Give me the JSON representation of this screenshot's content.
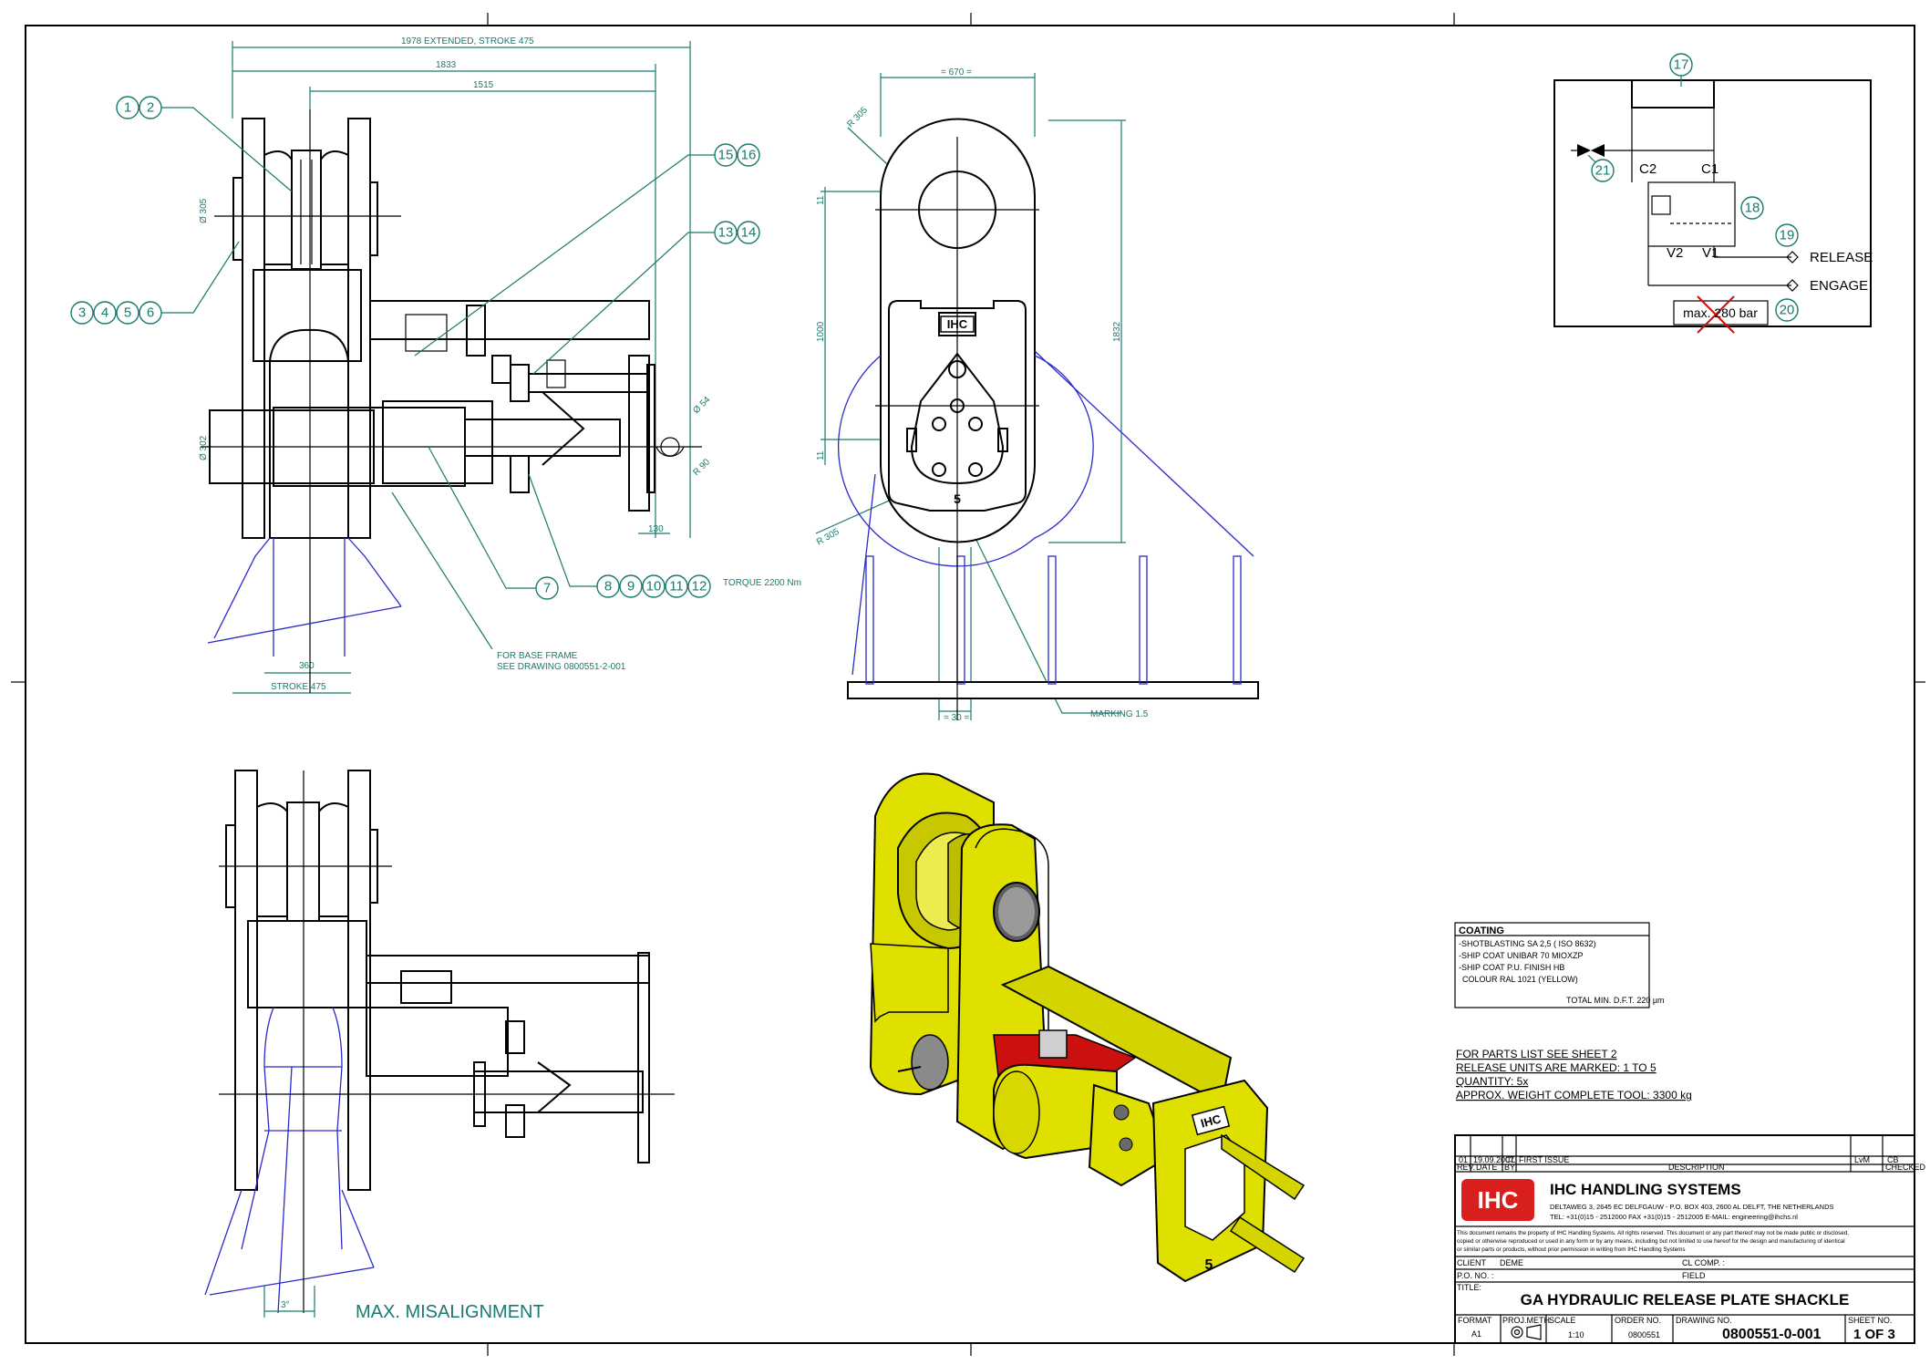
{
  "balloons": {
    "b1": "1",
    "b2": "2",
    "b3": "3",
    "b4": "4",
    "b5": "5",
    "b6": "6",
    "b7": "7",
    "b8": "8",
    "b9": "9",
    "b10": "10",
    "b11": "11",
    "b12": "12",
    "b13": "13",
    "b14": "14",
    "b15": "15",
    "b16": "16",
    "b17": "17",
    "b18": "18",
    "b19": "19",
    "b20": "20",
    "b21": "21"
  },
  "side_view": {
    "dim_extended": "1978 EXTENDED, STROKE 475",
    "dim_1833": "1833",
    "dim_1515": "1515",
    "dim_dia305": "Ø 305",
    "dim_dia302": "Ø 302",
    "dim_dia54": "Ø 54",
    "dim_r90": "R 90",
    "dim_130": "130",
    "dim_360": "360",
    "dim_stroke": "STROKE 475",
    "torque": "TORQUE 2200 Nm",
    "base_frame_note_1": "FOR BASE FRAME",
    "base_frame_note_2": "SEE DRAWING 0800551-2-001"
  },
  "front_view": {
    "dim_670": "= 670 =",
    "dim_r305_top": "R 305",
    "dim_r305_bot": "R 305",
    "dim_1832": "1832",
    "dim_1000": "1000",
    "dim_11a": "11",
    "dim_11b": "11",
    "dim_30": "= 30 =",
    "marking": "MARKING 1.5",
    "logo": "IHC",
    "unit_number": "5"
  },
  "misalignment": {
    "label": "MAX. MISALIGNMENT",
    "angle": "3°"
  },
  "hydraulic": {
    "c2": "C2",
    "c1": "C1",
    "v2": "V2",
    "v1": "V1",
    "release": "RELEASE",
    "engage": "ENGAGE",
    "max_pressure": "max. 280 bar"
  },
  "iso_view": {
    "logo": "IHC",
    "unit_number": "5"
  },
  "coating": {
    "title": "COATING",
    "lines": [
      "-SHOTBLASTING SA 2,5 ( ISO 8632)",
      "-SHIP COAT UNIBAR 70 MIOXZP",
      "-SHIP COAT P.U. FINISH HB",
      "  COLOUR RAL 1021 (YELLOW)"
    ],
    "total": "TOTAL MIN. D.F.T. 220 µm"
  },
  "notes": {
    "line1": "FOR PARTS LIST SEE SHEET 2",
    "line2": "RELEASE UNITS ARE MARKED: 1 TO 5",
    "line3": "QUANTITY: 5x",
    "line4": "APPROX. WEIGHT COMPLETE TOOL: 3300 kg"
  },
  "title_block": {
    "rev": "01",
    "date": "19.09.2007",
    "by": "CL",
    "description_entry": "FIRST ISSUE",
    "init": "LvM",
    "checked": "CB",
    "col_rev": "REV.",
    "col_date": "DATE",
    "col_by": "BY",
    "col_description": "DESCRIPTION",
    "col_checked": "CHECKED",
    "company_logo": "IHC",
    "company": "IHC HANDLING SYSTEMS",
    "address": "DELTAWEG 3, 2645 EC DELFGAUW - P.O. BOX 403, 2600 AL DELFT, THE NETHERLANDS",
    "contact": "TEL: +31(0)15 - 2512000  FAX +31(0)15 - 2512005  E-MAIL: engineering@ihchs.nl",
    "disclaimer_1": "This document remains the property of IHC Handling Systems. All rights reserved. This document or any part thereof may not be made public or disclosed,",
    "disclaimer_2": "copied or otherwise reproduced or used in any form or by any means, including but not limited to use hereof for the design and manufacturing of identical",
    "disclaimer_3": "or similar parts or products, without prior permission in writing from IHC Handling Systems",
    "client_label": "CLIENT",
    "client_value": "DEME",
    "cl_comp_label": "CL COMP. :",
    "po_label": "P.O. NO. :",
    "field_label": "FIELD",
    "title_label": "TITLE:",
    "title": "GA HYDRAULIC RELEASE PLATE SHACKLE",
    "format_label": "FORMAT",
    "format": "A1",
    "projmeth_label": "PROJ.METH.",
    "scale_label": "SCALE",
    "scale": "1:10",
    "order_label": "ORDER NO.",
    "order": "0800551",
    "drawing_label": "DRAWING NO.",
    "drawing": "0800551-0-001",
    "sheet_label": "SHEET NO.",
    "sheet": "1 OF 3"
  },
  "colors": {
    "dimension": "#1a7a6e",
    "hidden": "#2a2acb",
    "coating_yellow": "#e0e000",
    "cylinder_red": "#cc1010",
    "logo_red": "#d91e1e"
  }
}
